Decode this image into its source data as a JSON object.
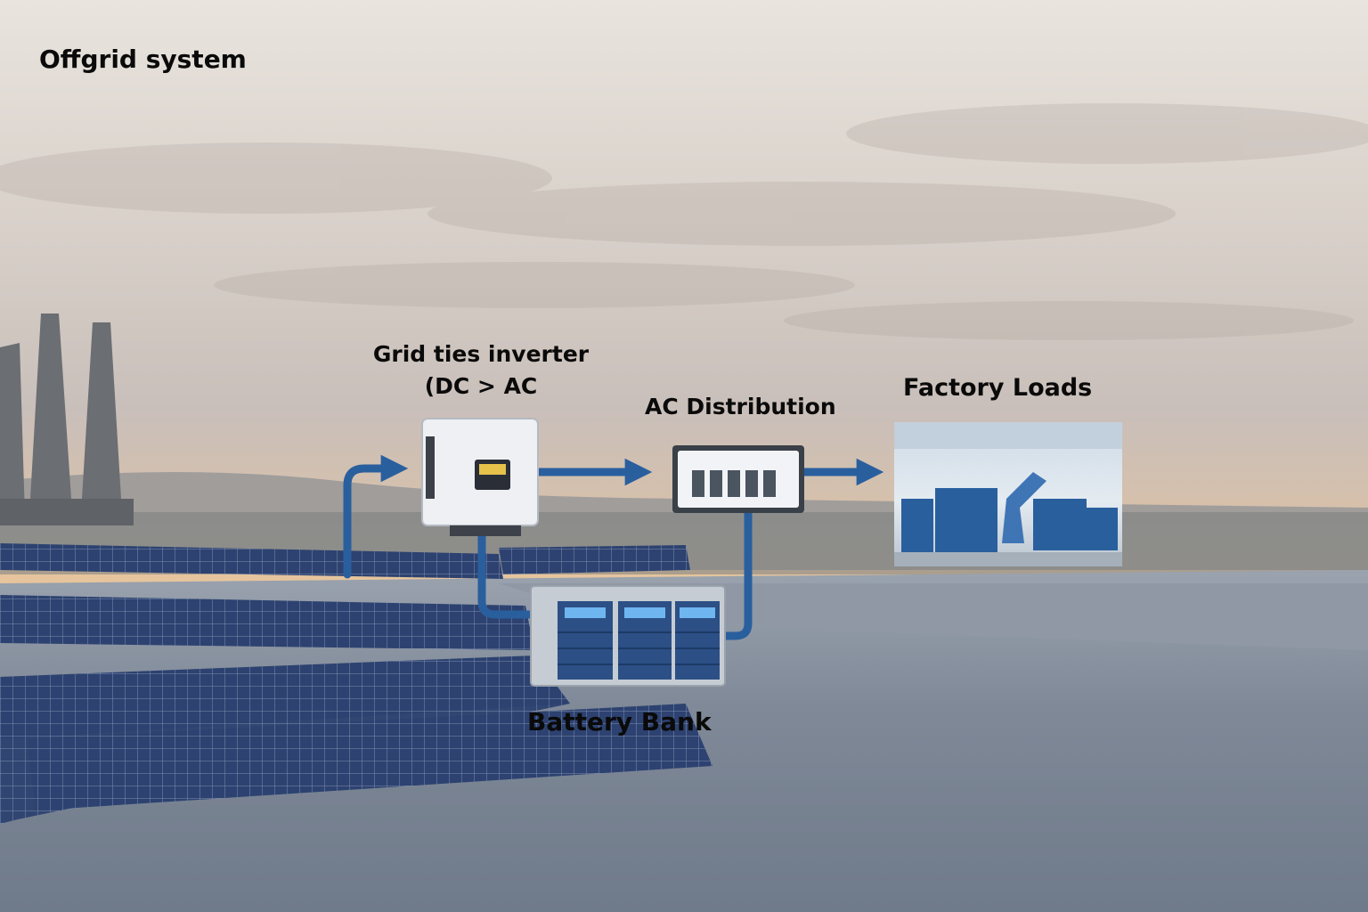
{
  "title": "Offgrid system",
  "nodes": {
    "inverter": {
      "line1": "Grid ties inverter",
      "line2": "(DC > AC"
    },
    "ac_distribution": {
      "label": "AC Distribution"
    },
    "factory_loads": {
      "label": "Factory Loads"
    },
    "battery_bank": {
      "label": "Battery Bank"
    }
  },
  "colors": {
    "arrow": "#2a5f9e",
    "sky_top": "#e9e4de",
    "sky_horizon": "#f1c48e",
    "roof": "#7c8796",
    "panel": "#2b3e66",
    "text": "#0a0a0a"
  }
}
